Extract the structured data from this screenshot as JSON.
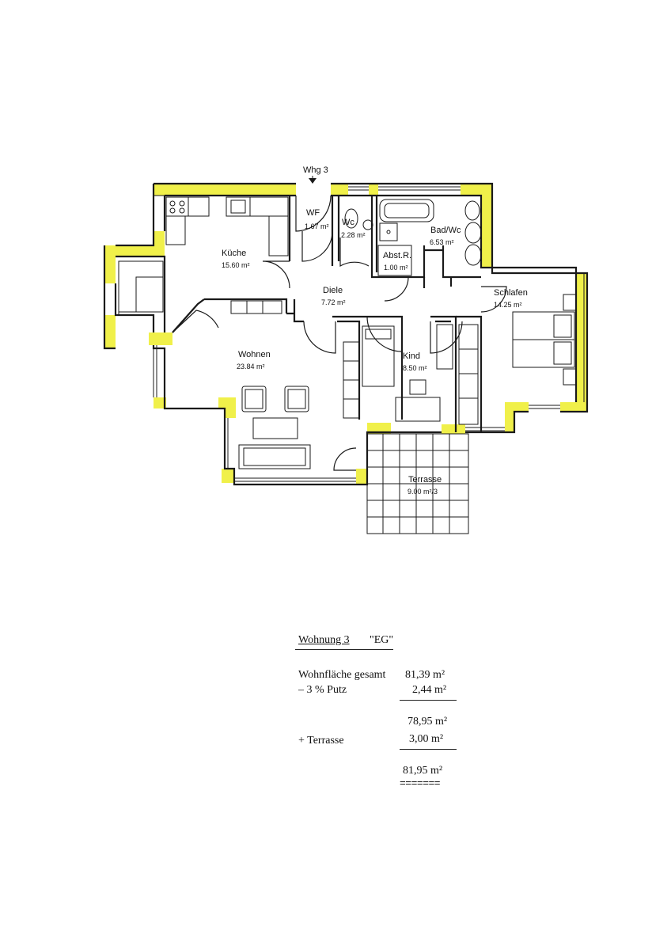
{
  "plan": {
    "unit_label": "Whg 3",
    "colors": {
      "wall_highlight": "#f0f04a",
      "wall": "#1a1a1a"
    },
    "rooms": [
      {
        "id": "wf",
        "name": "WF",
        "area": "1.67 m²"
      },
      {
        "id": "wc",
        "name": "Wc",
        "area": "2.28 m²"
      },
      {
        "id": "bad",
        "name": "Bad/Wc",
        "area": "6.53 m²"
      },
      {
        "id": "abst",
        "name": "Abst.R.",
        "area": "1.00 m²"
      },
      {
        "id": "kueche",
        "name": "Küche",
        "area": "15.60 m²"
      },
      {
        "id": "diele",
        "name": "Diele",
        "area": "7.72 m²"
      },
      {
        "id": "schlafen",
        "name": "Schlafen",
        "area": "14.25 m²"
      },
      {
        "id": "kind",
        "name": "Kind",
        "area": "8.50 m²"
      },
      {
        "id": "wohnen",
        "name": "Wohnen",
        "area": "23.84 m²"
      },
      {
        "id": "terrasse",
        "name": "Terrasse",
        "area": "9.00 m²/3"
      }
    ]
  },
  "calculation": {
    "heading": "Wohnung 3",
    "floor": "\"EG\"",
    "rows": [
      {
        "label": "Wohnfläche gesamt",
        "value": "81,39 m²"
      },
      {
        "label": "– 3 % Putz",
        "value": "2,44 m²"
      },
      {
        "label": "",
        "value": "78,95 m²"
      },
      {
        "label": "+ Terrasse",
        "value": "3,00 m²"
      }
    ],
    "total": "81,95 m²",
    "double_rule": "======="
  }
}
